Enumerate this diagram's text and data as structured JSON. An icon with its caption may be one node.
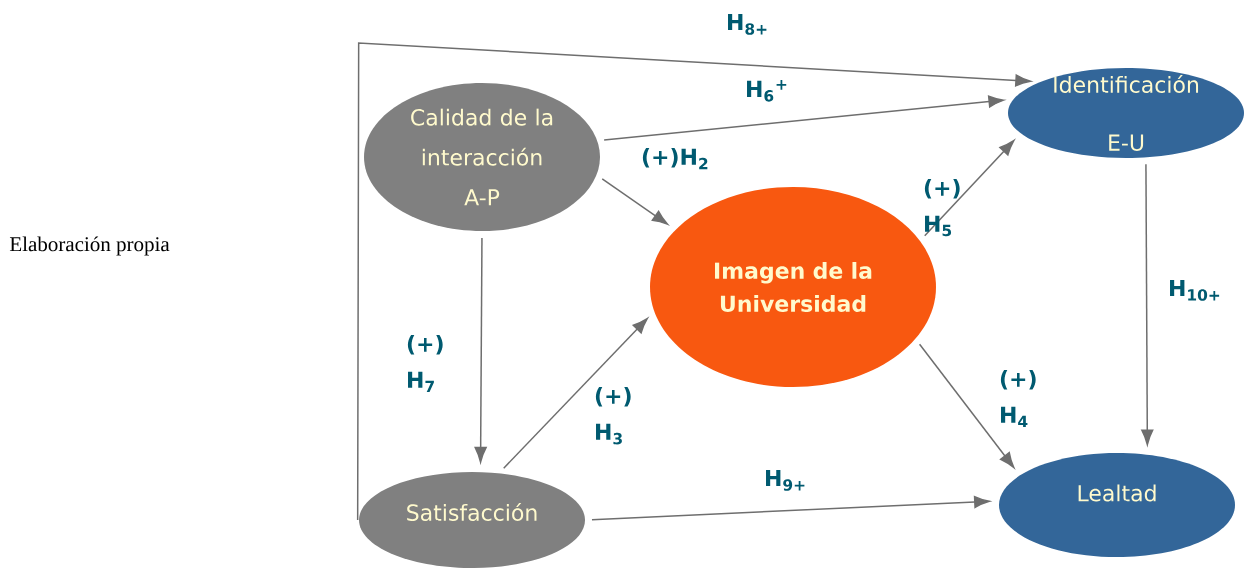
{
  "diagram": {
    "nodes": [
      {
        "text": [
          "Calidad de la interacción A-P"
        ]
      },
      {
        "text": [
          "Imagen de la Universidad"
        ]
      },
      {
        "text": [
          "Identificación E-U"
        ]
      },
      {
        "text": [
          "Satisfacción"
        ]
      },
      {
        "text": [
          "Lealtad"
        ]
      }
    ],
    "edges": [
      {
        "from": 3,
        "to": 2,
        "arrow": "to",
        "label": "H$_{8+}$"
      },
      {
        "from": 0,
        "to": 2,
        "arrow": "to",
        "label": "H$_{6}$$^{+}$"
      },
      {
        "from": 0,
        "to": 1,
        "arrow": "to",
        "label": "(+)H$_{2}$"
      },
      {
        "from": 1,
        "to": 2,
        "arrow": "to",
        "label": "(+) H$_{5}$"
      },
      {
        "from": 0,
        "to": 3,
        "arrow": "to",
        "label": "(+) H$_{7}$"
      },
      {
        "from": 3,
        "to": 1,
        "arrow": "to",
        "label": "(+) H$_{3}$"
      },
      {
        "from": 1,
        "to": 4,
        "arrow": "to",
        "label": "(+) H$_{4}$"
      },
      {
        "from": 3,
        "to": 4,
        "arrow": "to",
        "label": "H$_{9+}$"
      },
      {
        "from": 2,
        "to": 4,
        "arrow": "to",
        "label": "H$_{10+}$"
      }
    ],
    "labels": [
      "Elaboración propia"
    ]
  }
}
